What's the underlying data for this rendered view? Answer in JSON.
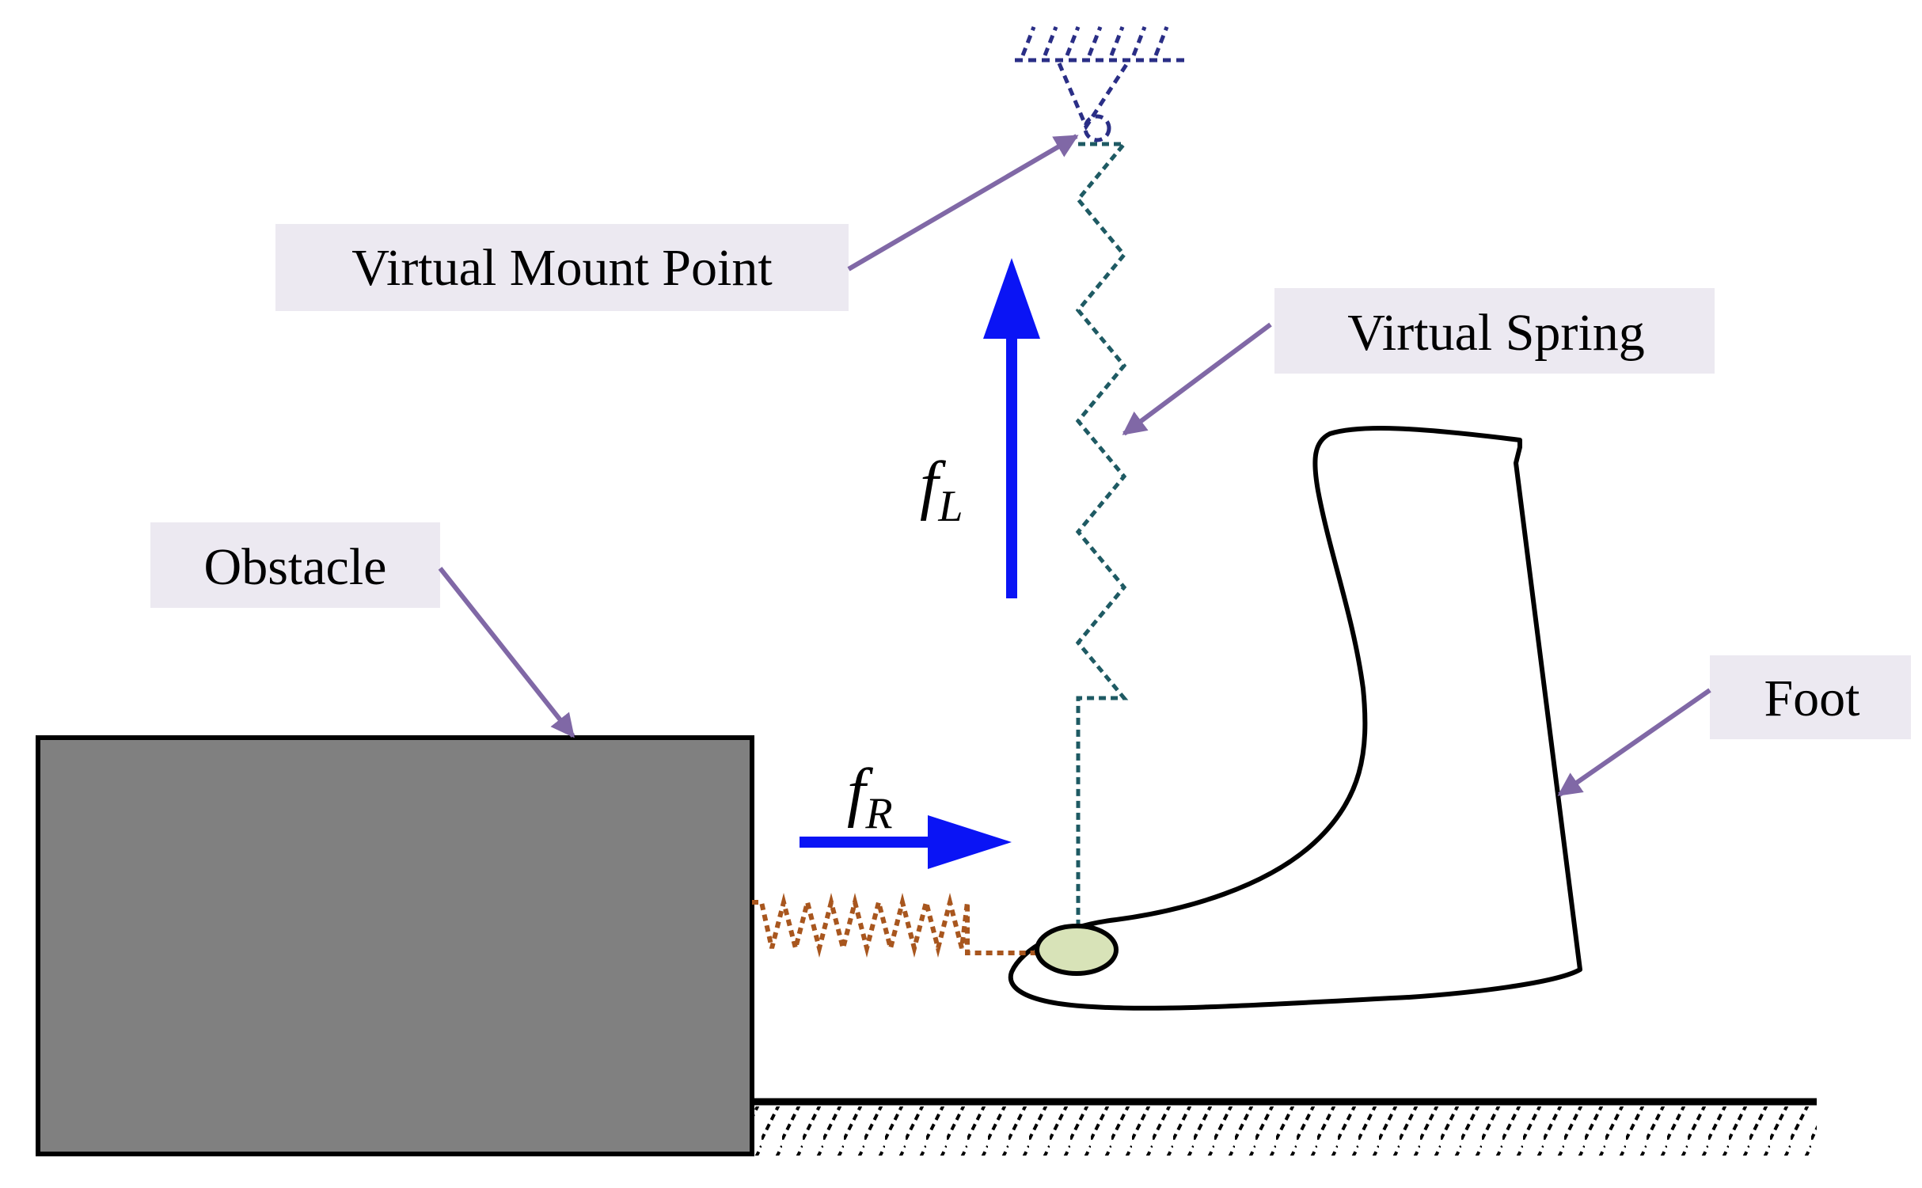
{
  "labels": {
    "virtual_mount_point": "Virtual Mount Point",
    "virtual_spring": "Virtual Spring",
    "obstacle": "Obstacle",
    "foot": "Foot"
  },
  "forces": {
    "lift": {
      "symbol": "f",
      "subscript": "L"
    },
    "repulsive": {
      "symbol": "f",
      "subscript": "R"
    }
  },
  "colors": {
    "label_box": "#ECE9F1",
    "pointer_arrow": "#8068A6",
    "force_arrow": "#0A14F5",
    "obstacle_fill": "#808080",
    "vertical_spring": "#1E5A63",
    "horizontal_spring": "#A8561E",
    "mount_point": "#2A2E86",
    "contact_point_fill": "#D8E3B8"
  }
}
